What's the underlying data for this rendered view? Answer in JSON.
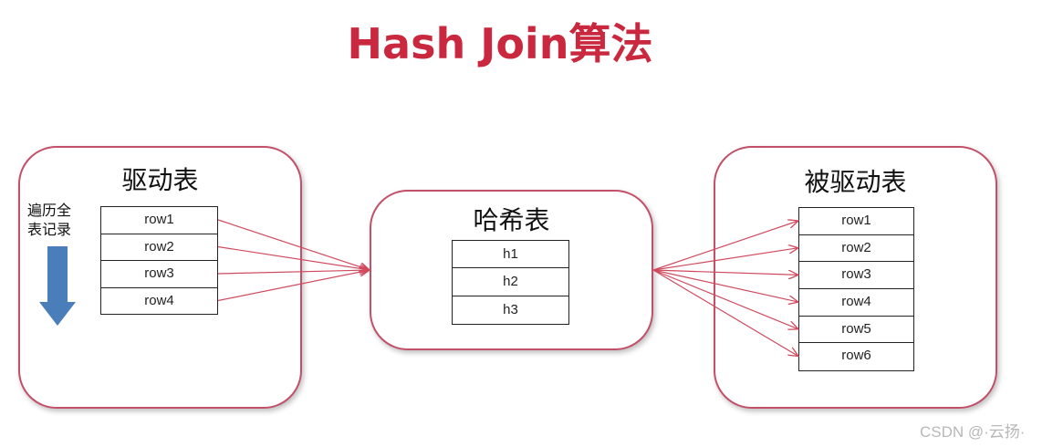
{
  "title": "Hash Join算法",
  "driving_table": {
    "title": "驱动表",
    "side_label": "遍历全表记录",
    "rows": [
      "row1",
      "row2",
      "row3",
      "row4"
    ]
  },
  "hash_table": {
    "title": "哈希表",
    "rows": [
      "h1",
      "h2",
      "h3"
    ]
  },
  "driven_table": {
    "title": "被驱动表",
    "rows": [
      "row1",
      "row2",
      "row3",
      "row4",
      "row5",
      "row6"
    ]
  },
  "watermark": "CSDN @·云扬·",
  "colors": {
    "title": "#c9283e",
    "border": "#c25068",
    "arrow": "#d04a5e",
    "scan_arrow": "#4a7ebb"
  }
}
